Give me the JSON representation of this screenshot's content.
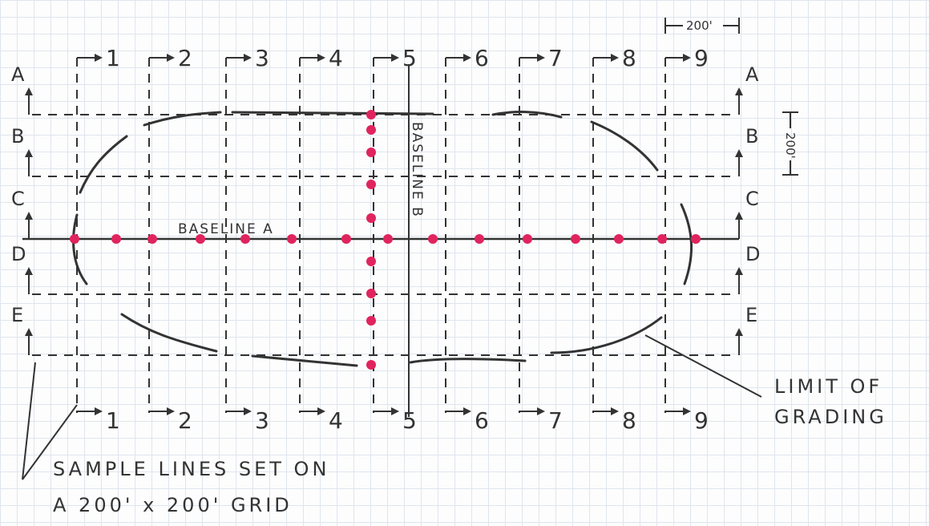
{
  "dimension_horizontal": "200'",
  "dimension_vertical": "200'",
  "baseline_a_label": "BASELINE A",
  "baseline_b_label": "BASELINE B",
  "rows": [
    "A",
    "B",
    "C",
    "D",
    "E"
  ],
  "columns": [
    "1",
    "2",
    "3",
    "4",
    "5",
    "6",
    "7",
    "8",
    "9"
  ],
  "callout_limit": [
    "LIMIT OF",
    "GRADING"
  ],
  "callout_sample": [
    "SAMPLE LINES SET ON",
    "A 200' x 200' GRID"
  ],
  "colors": {
    "ink": "#333333",
    "sample_point": "#e0245e",
    "grid": "#dfe5ee"
  }
}
